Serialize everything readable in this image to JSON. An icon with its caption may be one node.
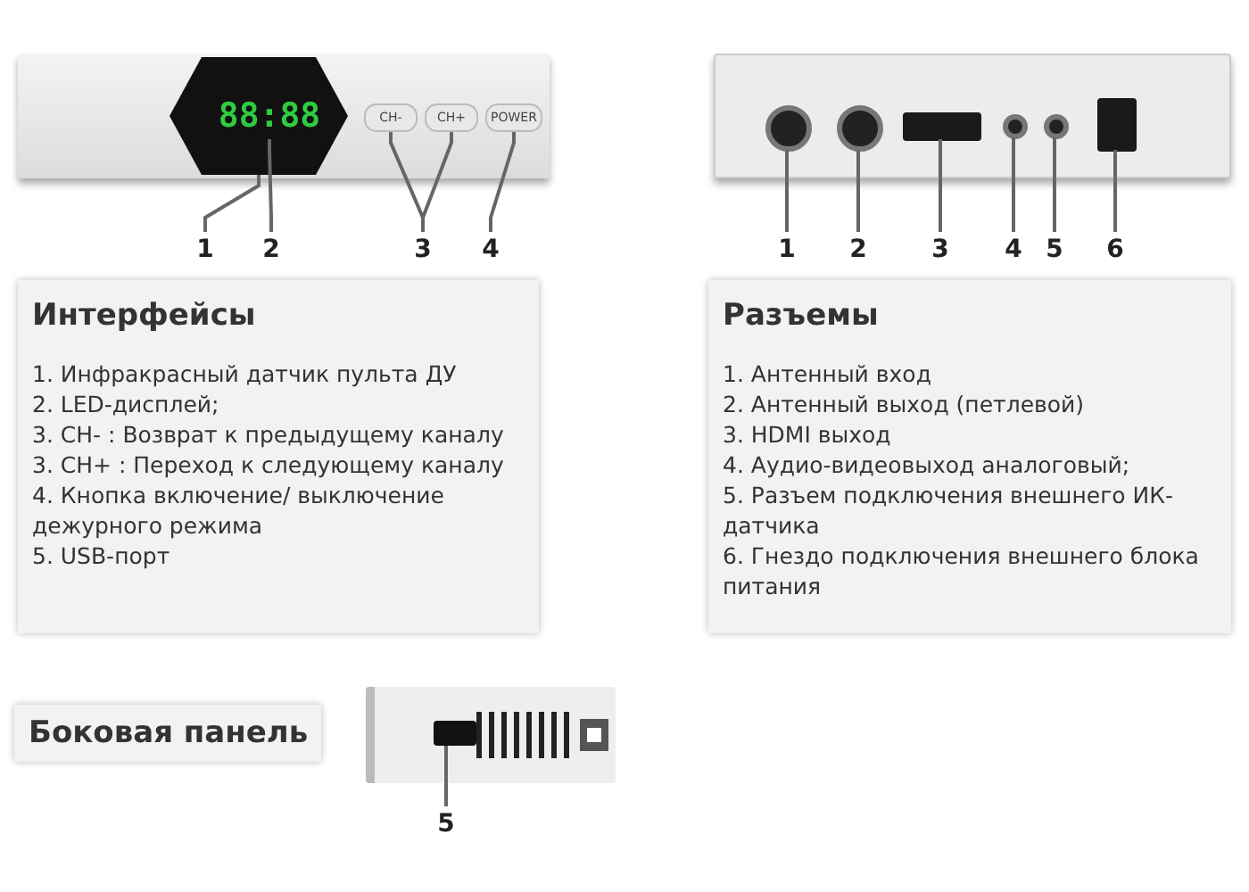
{
  "diagram": {
    "nodes": [
      {
        "text": [],
        "shape": "box"
      },
      {
        "text": [],
        "shape": "box",
        "in": 0
      },
      {
        "text": [
          "88:88"
        ],
        "in": 1
      },
      {
        "text": [
          "CH-"
        ],
        "in": 0
      },
      {
        "text": [
          "CH+"
        ],
        "in": 0
      },
      {
        "text": [
          "POWER"
        ],
        "in": 0
      },
      {
        "text": [],
        "shape": "box"
      },
      {
        "text": [],
        "shape": "circle",
        "in": 6
      },
      {
        "text": [],
        "shape": "circle",
        "in": 6
      },
      {
        "text": [],
        "shape": "box",
        "in": 6
      },
      {
        "text": [],
        "shape": "circle",
        "in": 6
      },
      {
        "text": [],
        "shape": "circle",
        "in": 6
      },
      {
        "text": [],
        "shape": "box",
        "in": 6
      },
      {
        "text": [],
        "shape": "box"
      },
      {
        "text": [],
        "shape": "box",
        "in": 13
      },
      {
        "text": [
          "1"
        ]
      },
      {
        "text": [
          "2"
        ]
      },
      {
        "text": [
          "3"
        ]
      },
      {
        "text": [
          "4"
        ]
      },
      {
        "text": [
          "1"
        ]
      },
      {
        "text": [
          "2"
        ]
      },
      {
        "text": [
          "3"
        ]
      },
      {
        "text": [
          "4"
        ]
      },
      {
        "text": [
          "5"
        ]
      },
      {
        "text": [
          "6"
        ]
      },
      {
        "text": [
          "5"
        ]
      },
      {
        "text": [
          "Интерфейсы",
          "1. Инфракрасный датчик пульта ДУ",
          "2. LED-дисплей;",
          "3. CH- : Возврат к предыдущему каналу",
          "3. CH+ : Переход к следующему каналу",
          "4. Кнопка включение/ выключение дежурного режима",
          "5. USB-порт"
        ]
      },
      {
        "text": [
          "Разъемы",
          "1. Антенный вход",
          "2. Антенный выход (петлевой)",
          "3. HDMI выход",
          "4. Аудио-видеовыход аналоговый;",
          "5. Разъем подключения внешнего ИК-датчика",
          "6. Гнездо подключения внешнего блока питания"
        ]
      },
      {
        "text": [
          "Боковая панель"
        ]
      }
    ],
    "edges": [
      {
        "from": 15,
        "to": 1,
        "arrow": "none"
      },
      {
        "from": 16,
        "to": 2,
        "arrow": "none"
      },
      {
        "from": 17,
        "to": 3,
        "arrow": "none"
      },
      {
        "from": 17,
        "to": 4,
        "arrow": "none"
      },
      {
        "from": 18,
        "to": 5,
        "arrow": "none"
      },
      {
        "from": 19,
        "to": 7,
        "arrow": "none"
      },
      {
        "from": 20,
        "to": 8,
        "arrow": "none"
      },
      {
        "from": 21,
        "to": 9,
        "arrow": "none"
      },
      {
        "from": 22,
        "to": 10,
        "arrow": "none"
      },
      {
        "from": 23,
        "to": 11,
        "arrow": "none"
      },
      {
        "from": 24,
        "to": 12,
        "arrow": "none"
      },
      {
        "from": 25,
        "to": 14,
        "arrow": "none"
      }
    ]
  }
}
